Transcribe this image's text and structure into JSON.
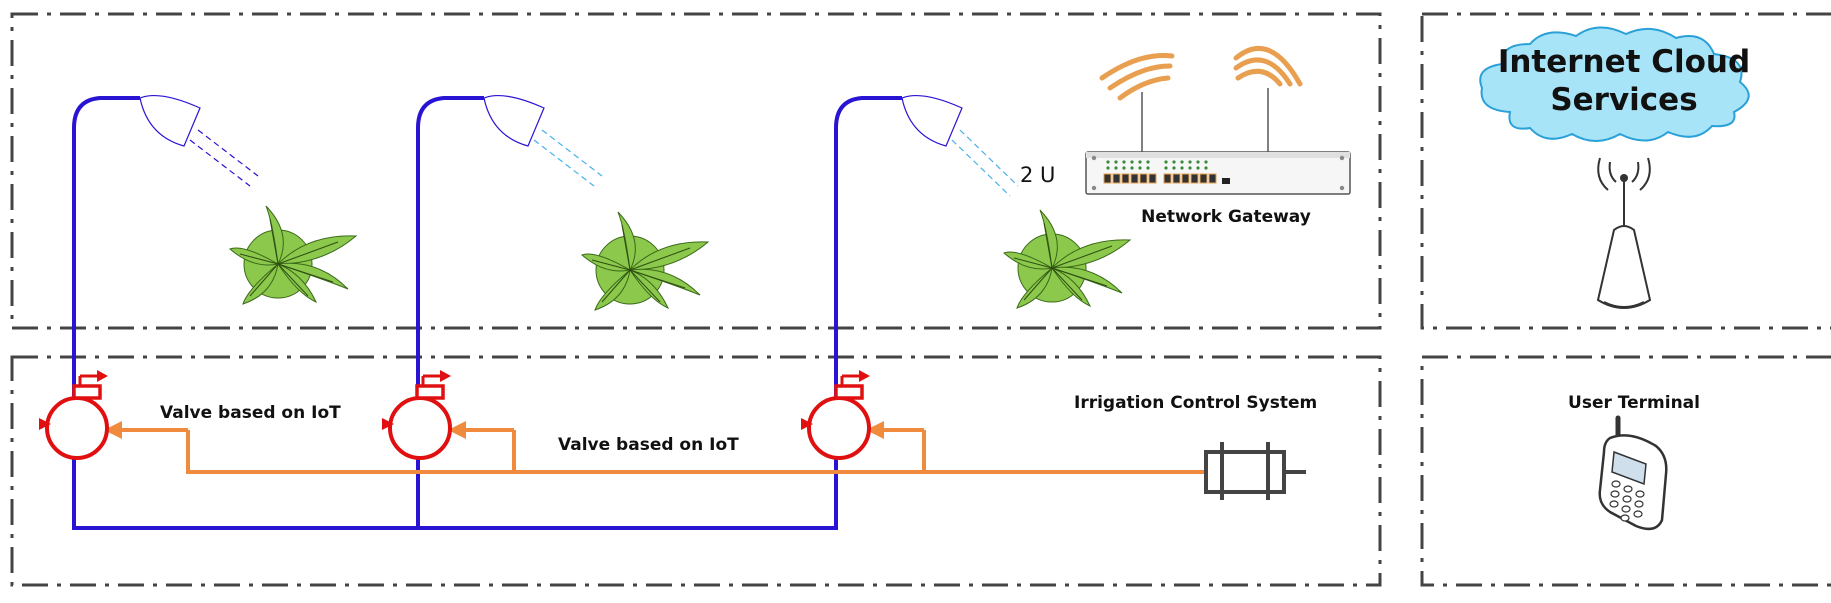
{
  "labels": {
    "cloud_line1": "Internet Cloud",
    "cloud_line2": "Services",
    "gateway": "Network Gateway",
    "rack_units": "2 U",
    "valve_1": "Valve based on IoT",
    "valve_2": "Valve based on IoT",
    "control_system": "Irrigation Control System",
    "user_terminal": "User Terminal"
  },
  "colors": {
    "water_pipe": "#2a14d4",
    "control_line": "#f08a3c",
    "valve": "#e01010",
    "plant_fill": "#8cc84b",
    "plant_center": "#6db33f",
    "wifi": "#e8a050",
    "cloud": "#a8e4f8",
    "border": "#444444"
  },
  "icons": [
    "sprinkler-icon",
    "plant-icon",
    "valve-icon",
    "router-icon",
    "cloud-icon",
    "antenna-icon",
    "phone-icon",
    "controller-icon"
  ]
}
